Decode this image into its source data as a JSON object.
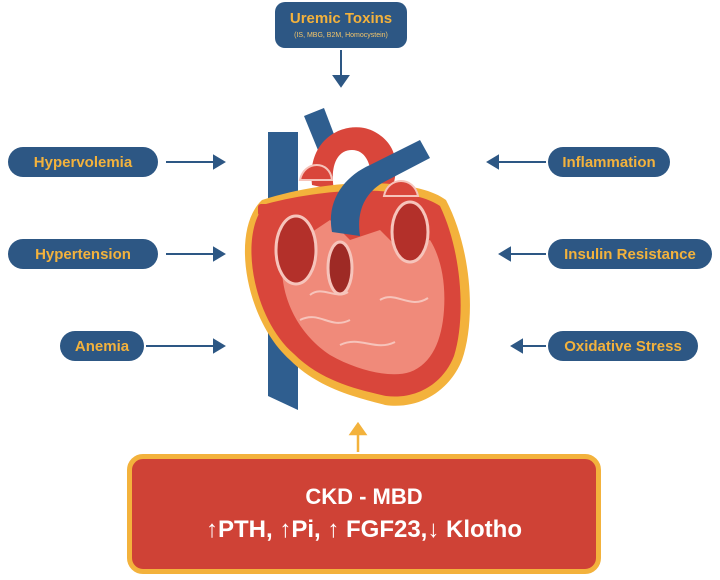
{
  "top": {
    "title": "Uremic Toxins",
    "subtitle": "(IS, MBG, B2M, Homocystein)"
  },
  "left": [
    {
      "label": "Hypervolemia"
    },
    {
      "label": "Hypertension"
    },
    {
      "label": "Anemia"
    }
  ],
  "right": [
    {
      "label": "Inflammation"
    },
    {
      "label": "Insulin Resistance"
    },
    {
      "label": "Oxidative Stress"
    }
  ],
  "bottom": {
    "title": "CKD - MBD",
    "subtitle": "↑PTH, ↑Pi, ↑ FGF23,↓ Klotho"
  },
  "colors": {
    "navy": "#2d5784",
    "orange": "#f3b23c",
    "red": "#cf4236",
    "heart_red": "#d9463b",
    "heart_pink": "#f08a7a",
    "vein_blue": "#2f5e8f"
  }
}
